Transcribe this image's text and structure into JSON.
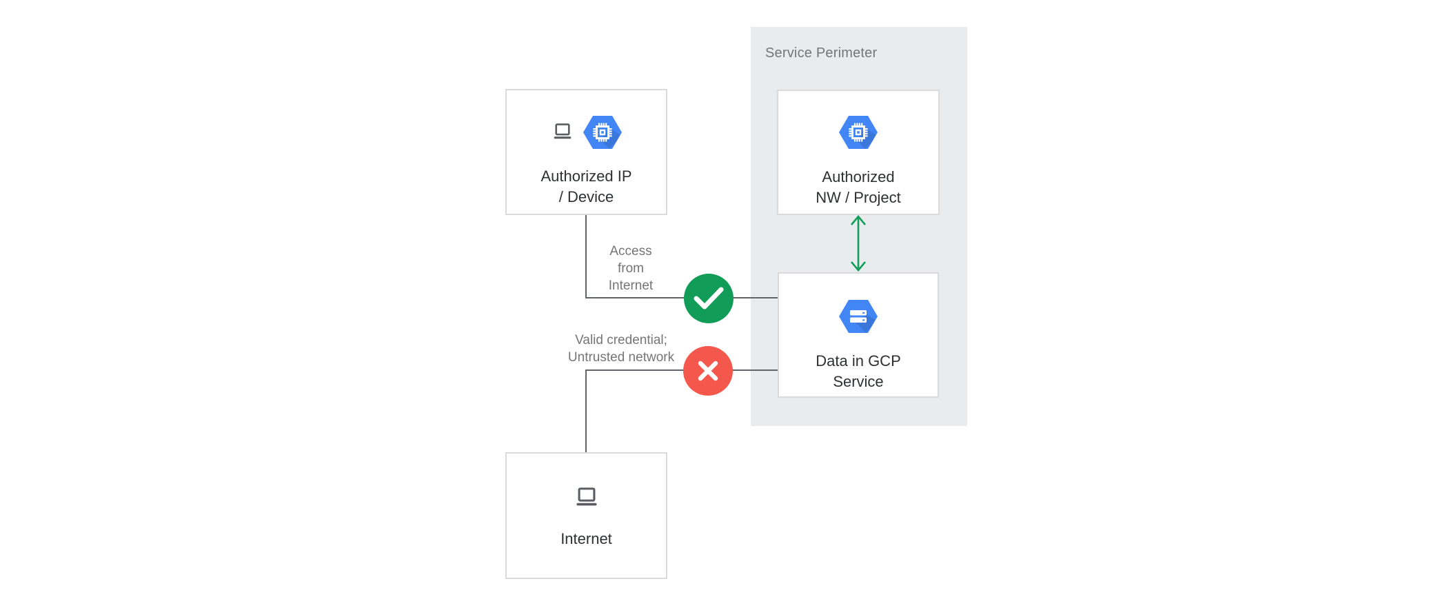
{
  "perimeter": {
    "label": "Service Perimeter"
  },
  "boxes": {
    "ip_device": {
      "line1": "Authorized IP",
      "line2": "/ Device"
    },
    "nw_project": {
      "line1": "Authorized",
      "line2": "NW / Project"
    },
    "gcp_service": {
      "line1": "Data in GCP",
      "line2": "Service"
    },
    "internet": {
      "label": "Internet"
    }
  },
  "annotations": {
    "access_from_internet": {
      "line1": "Access",
      "line2": "from",
      "line3": "Internet"
    },
    "valid_credential": {
      "line1": "Valid credential;",
      "line2": "Untrusted network"
    }
  },
  "icons": {
    "laptop": "laptop-icon",
    "compute_hexagon": "gcp-compute-hexagon-icon",
    "storage_hexagon": "gcp-storage-hexagon-icon",
    "check": "check-icon",
    "cross": "x-icon",
    "double_arrow": "double-arrow-icon"
  },
  "colors": {
    "background": "#ffffff",
    "perimeter_bg": "#e8ecef",
    "box_border": "#d9dadc",
    "connector": "#606368",
    "text_dark": "#2e3033",
    "text_gray": "#757575",
    "gcp_blue": "#4285f4",
    "success_green": "#119d58",
    "error_red": "#f4584c"
  }
}
